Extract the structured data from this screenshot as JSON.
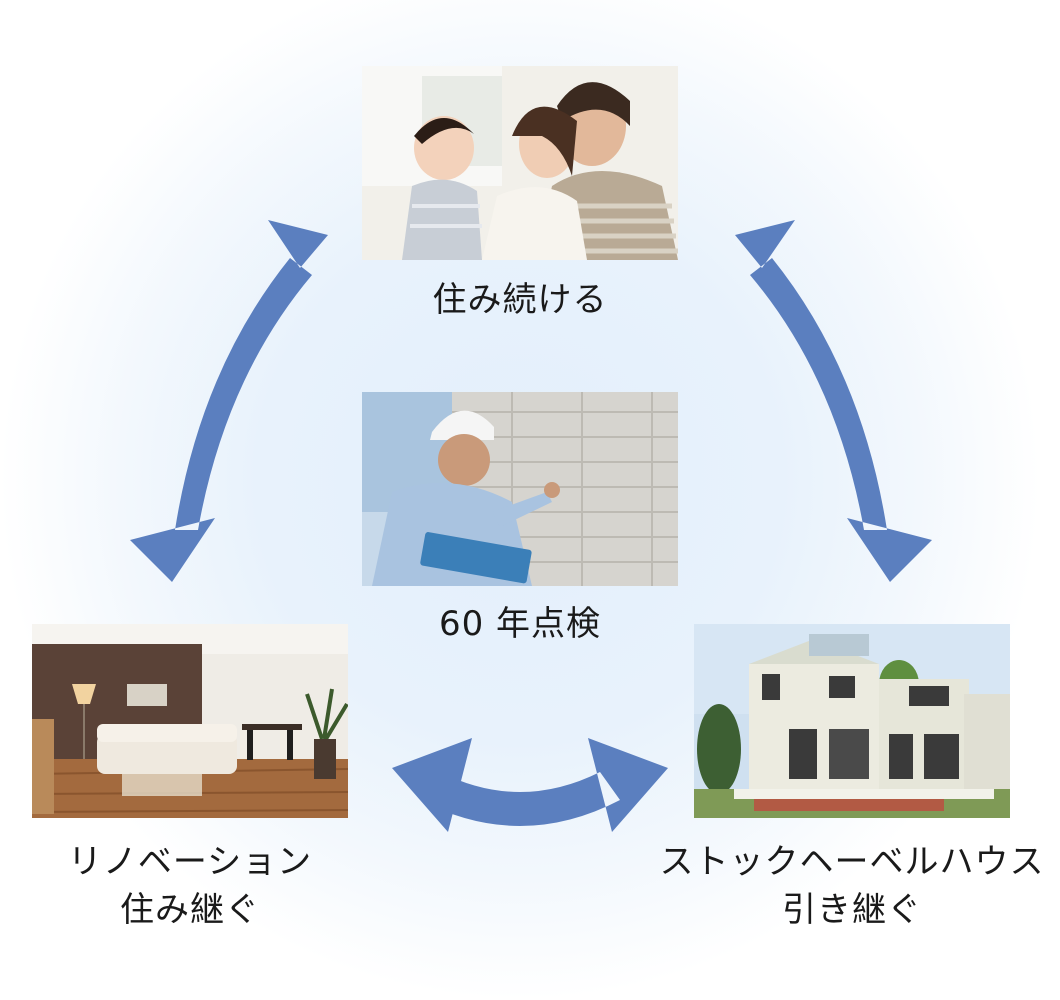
{
  "nodes": {
    "top": {
      "label": "住み続ける",
      "photo_icon": "family-photo"
    },
    "center": {
      "label": "60 年点検",
      "photo_icon": "inspection-photo"
    },
    "left": {
      "label_line1": "リノベーション",
      "label_line2": "住み継ぐ",
      "photo_icon": "living-room-photo"
    },
    "right": {
      "label_line1": "ストックヘーベルハウス",
      "label_line2": "引き継ぐ",
      "photo_icon": "house-photo"
    }
  },
  "colors": {
    "arrow": "#5b7fbf",
    "background_glow": "#e3effb"
  }
}
